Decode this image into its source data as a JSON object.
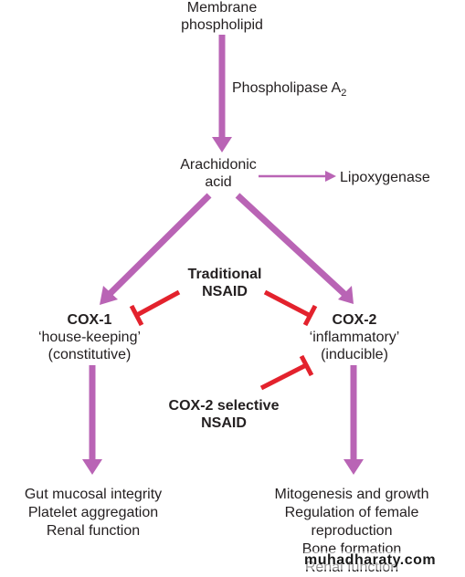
{
  "colors": {
    "pathway_arrow": "#b964b5",
    "inhibitor": "#e3222d",
    "text": "#231f20",
    "watermark": "#1a1a1a"
  },
  "nodes": {
    "membrane_phospholipid": [
      "Membrane",
      "phospholipid"
    ],
    "phospholipase": {
      "label": "Phospholipase A",
      "subscript": "2"
    },
    "arachidonic_acid": [
      "Arachidonic",
      "acid"
    ],
    "lipoxygenase": "Lipoxygenase",
    "traditional_nsaid": [
      "Traditional",
      "NSAID"
    ],
    "cox1": {
      "name": "COX-1",
      "role": "‘house-keeping’",
      "type": "(constitutive)"
    },
    "cox2": {
      "name": "COX-2",
      "role": "‘inflammatory’",
      "type": "(inducible)"
    },
    "cox2_selective_nsaid": [
      "COX-2 selective",
      "NSAID"
    ],
    "cox1_effects": [
      "Gut mucosal integrity",
      "Platelet aggregation",
      "Renal function"
    ],
    "cox2_effects": [
      "Mitogenesis and growth",
      "Regulation of female",
      "reproduction",
      "Bone formation",
      "Renal function"
    ]
  },
  "watermark": "muhadharaty.com"
}
